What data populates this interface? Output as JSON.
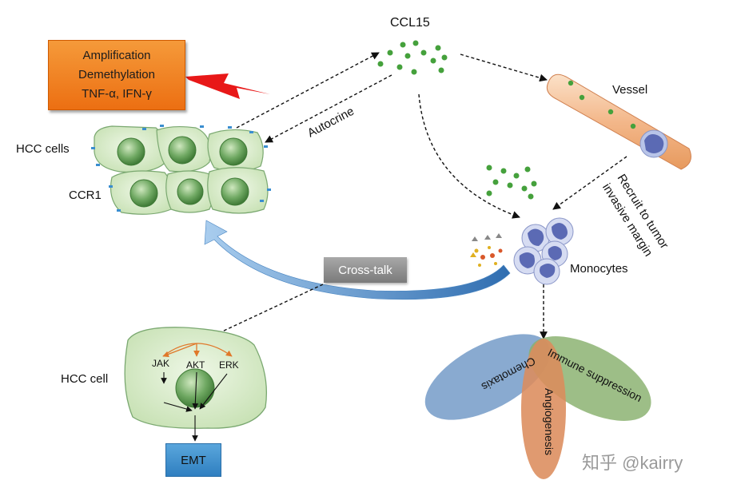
{
  "ligand": {
    "label": "CCL15"
  },
  "factors": {
    "lines": [
      "Amplification",
      "Demethylation",
      "TNF-α, IFN-γ"
    ]
  },
  "labels": {
    "autocrine": "Autocrine",
    "vessel": "Vessel",
    "hcc_cells": "HCC cells",
    "ccr1": "CCR1",
    "recruit_line1": "Recruit to tumor",
    "recruit_line2": "invasive margin",
    "cross_talk": "Cross-talk",
    "monocytes": "Monocytes",
    "hcc_cell": "HCC cell",
    "jak": "JAK",
    "akt": "AKT",
    "erk": "ERK",
    "emt": "EMT"
  },
  "petals": {
    "chemotaxis": "Chemotaxis",
    "immune_suppression": "Immune suppression",
    "angiogenesis": "Angiogenesis"
  },
  "watermark": "知乎 @kairry",
  "colors": {
    "orange_box": "#ec6f12",
    "lightning": "#e81818",
    "cell_fill": "#d9ecc8",
    "nucleus": "#5e9a50",
    "ligand_dot": "#45a13c",
    "vessel": "#f3b78a",
    "monocyte": "#5b6ab4",
    "petal_blue": "#6f97c6",
    "petal_green": "#88b06c",
    "petal_orange": "#dc8c5c",
    "big_arrow": "#4a86c2"
  }
}
